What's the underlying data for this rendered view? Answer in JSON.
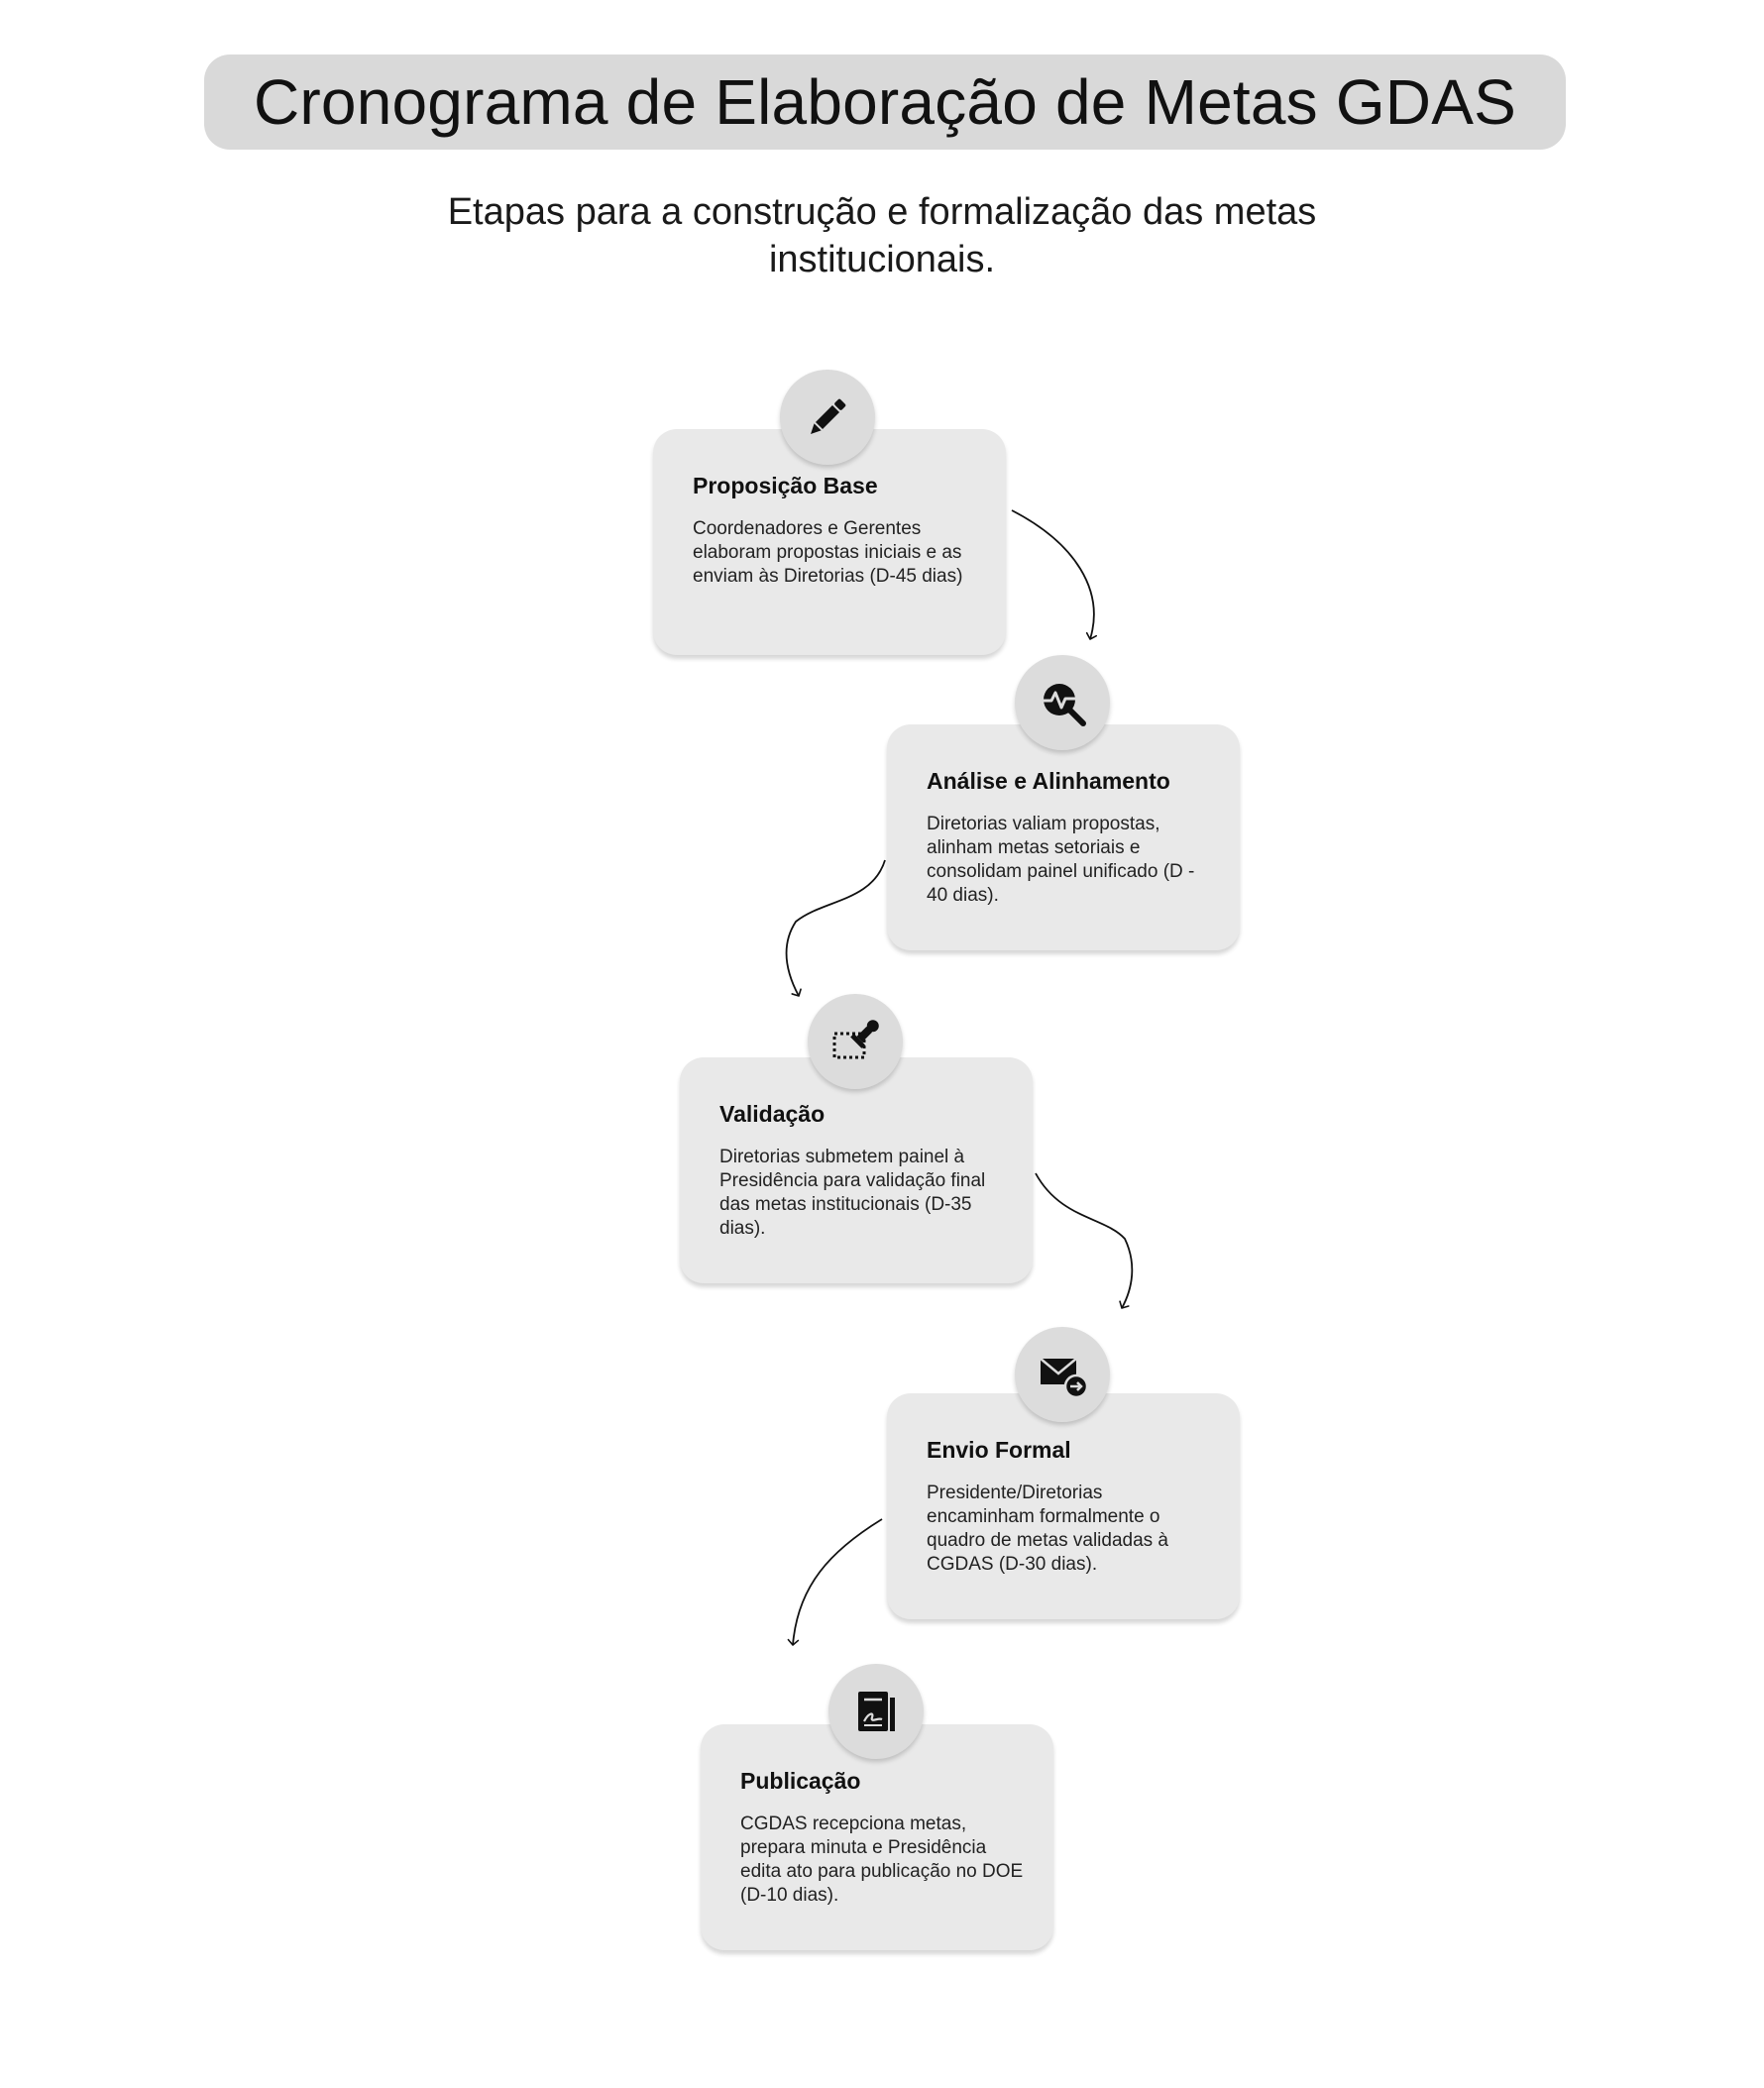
{
  "header": {
    "title": "Cronograma de Elaboração de Metas GDAS",
    "subtitle": "Etapas para a construção e formalização das metas institucionais."
  },
  "steps": [
    {
      "title": "Proposição Base",
      "description": "Coordenadores e Gerentes elaboram propostas iniciais e as enviam às Diretorias (D-45 dias)",
      "icon": "pencil-icon"
    },
    {
      "title": "Análise e Alinhamento",
      "description": "Diretorias valiam propostas, alinham metas setoriais e consolidam painel unificado (D - 40 dias).",
      "icon": "magnifier-pulse-icon"
    },
    {
      "title": "Validação",
      "description": "Diretorias submetem painel à Presidência para validação final das metas institucionais (D-35 dias).",
      "icon": "stamp-icon"
    },
    {
      "title": "Envio Formal",
      "description": "Presidente/Diretorias encaminham formalmente o quadro de metas validadas à CGDAS (D-30 dias).",
      "icon": "mail-send-icon"
    },
    {
      "title": "Publicação",
      "description": "CGDAS recepciona metas, prepara minuta e Presidência edita ato para publicação no DOE (D-10 dias).",
      "icon": "document-signed-icon"
    }
  ],
  "colors": {
    "title_background": "#d9d9d9",
    "card_background": "#e9e9e9",
    "icon_background": "#dcdcdc",
    "text": "#111111"
  }
}
